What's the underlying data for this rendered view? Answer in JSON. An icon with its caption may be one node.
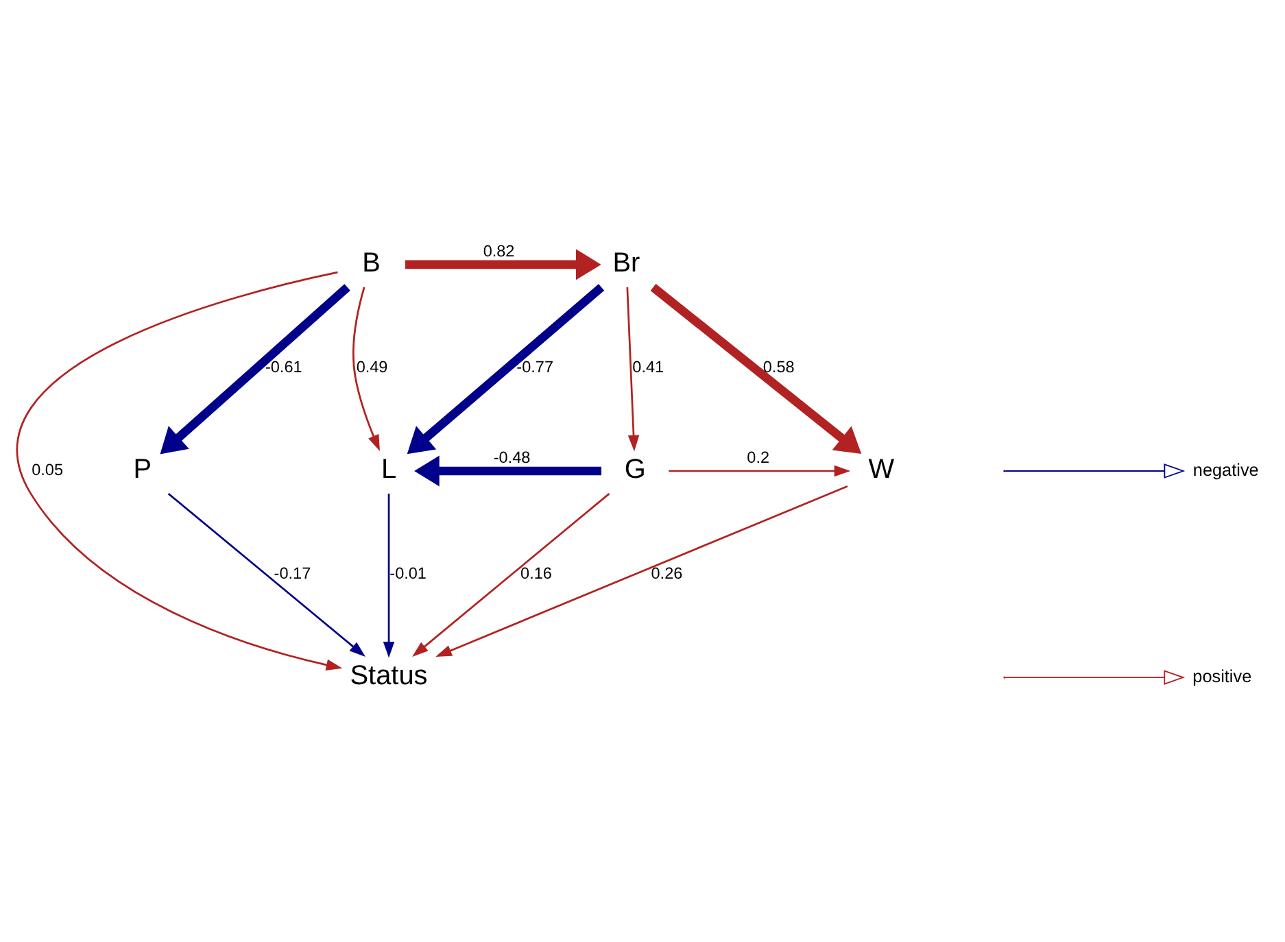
{
  "diagram": {
    "nodes": [
      {
        "text": [
          "B"
        ]
      },
      {
        "text": [
          "Br"
        ]
      },
      {
        "text": [
          "P"
        ]
      },
      {
        "text": [
          "L"
        ]
      },
      {
        "text": [
          "G"
        ]
      },
      {
        "text": [
          "W"
        ]
      },
      {
        "text": [
          "Status"
        ]
      }
    ],
    "edges": [
      {
        "from": 0,
        "to": 1,
        "arrow": "to",
        "label": "0.82",
        "style": "thick"
      },
      {
        "from": 0,
        "to": 2,
        "arrow": "to",
        "label": "-0.61",
        "style": "thick",
        "color": "#00008b"
      },
      {
        "from": 0,
        "to": 3,
        "arrow": "to",
        "label": "0.49"
      },
      {
        "from": 1,
        "to": 3,
        "arrow": "to",
        "label": "-0.77",
        "style": "thick",
        "color": "#00008b"
      },
      {
        "from": 1,
        "to": 4,
        "arrow": "to",
        "label": "0.41"
      },
      {
        "from": 1,
        "to": 5,
        "arrow": "to",
        "label": "0.58",
        "style": "thick"
      },
      {
        "from": 4,
        "to": 3,
        "arrow": "to",
        "label": "-0.48",
        "style": "thick",
        "color": "#00008b"
      },
      {
        "from": 4,
        "to": 5,
        "arrow": "to",
        "label": "0.2"
      },
      {
        "from": 0,
        "to": 6,
        "arrow": "to",
        "label": "0.05"
      },
      {
        "from": 2,
        "to": 6,
        "arrow": "to",
        "label": "-0.17",
        "color": "#00008b"
      },
      {
        "from": 3,
        "to": 6,
        "arrow": "to",
        "label": "-0.01",
        "color": "#00008b"
      },
      {
        "from": 4,
        "to": 6,
        "arrow": "to",
        "label": "0.16"
      },
      {
        "from": 5,
        "to": 6,
        "arrow": "to",
        "label": "0.26"
      }
    ],
    "legend": [
      {
        "text": "negative"
      },
      {
        "text": "positive"
      }
    ]
  }
}
